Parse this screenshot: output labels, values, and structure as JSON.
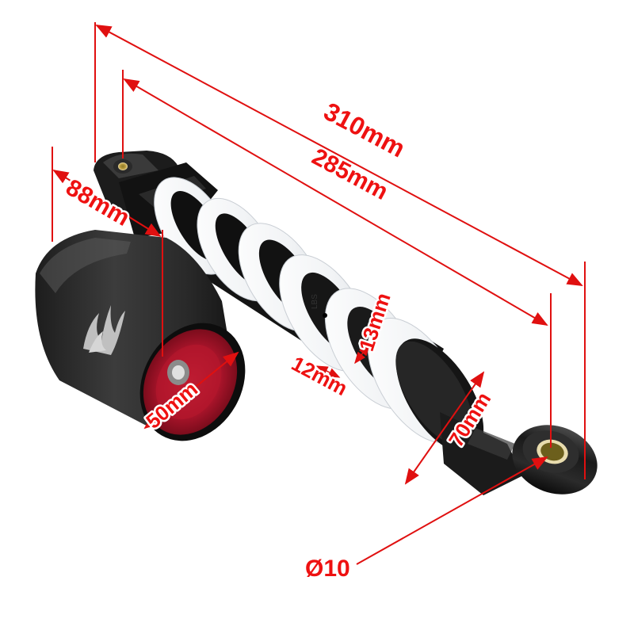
{
  "image": {
    "subject": "rear shock absorber with white coil spring, black body, piggyback reservoir with red cap",
    "background_color": "#ffffff",
    "dimension_color": "#e01010"
  },
  "dimensions": {
    "overall_length": {
      "label": "310mm"
    },
    "eye_to_eye": {
      "label": "285mm"
    },
    "reservoir_length": {
      "label": "88mm"
    },
    "reservoir_diameter": {
      "label": "50mm"
    },
    "spring_wire_thickness": {
      "label": "13mm"
    },
    "spring_coil_gap": {
      "label": "12mm"
    },
    "spring_outer_diameter": {
      "label": "70mm"
    },
    "bushing_bore": {
      "label": "Ø10"
    }
  },
  "markings": {
    "spring_text": "LBS"
  }
}
